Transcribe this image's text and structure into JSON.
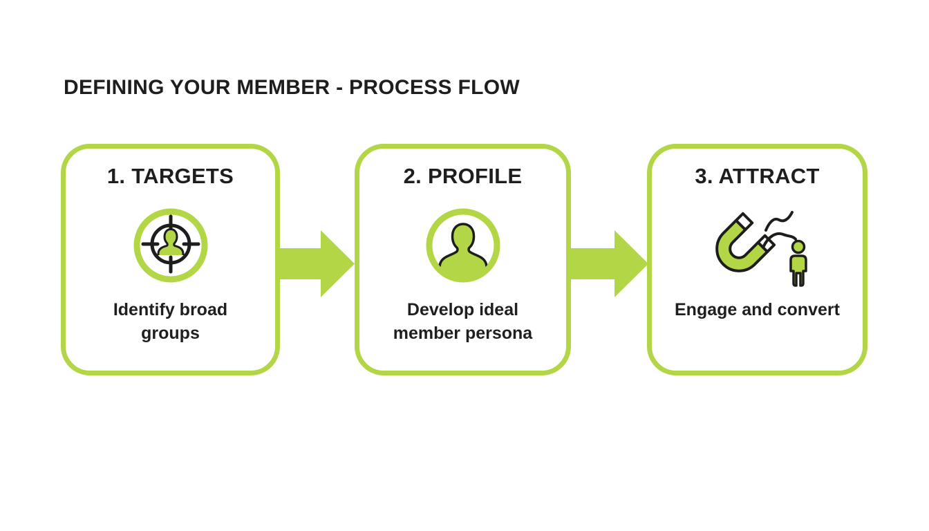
{
  "page": {
    "title": "DEFINING YOUR MEMBER - PROCESS FLOW"
  },
  "colors": {
    "accent_green": "#b3d647",
    "text_dark": "#1e1e1c",
    "background": "#ffffff"
  },
  "steps": [
    {
      "label": "1. TARGETS",
      "icon": "target-audience-icon",
      "description": "Identify broad groups"
    },
    {
      "label": "2. PROFILE",
      "icon": "member-persona-icon",
      "description": "Develop ideal member persona"
    },
    {
      "label": "3. ATTRACT",
      "icon": "magnet-attract-icon",
      "description": "Engage and convert"
    }
  ],
  "connectors": [
    {
      "icon": "arrow-right-icon",
      "direction": "right"
    },
    {
      "icon": "arrow-right-icon",
      "direction": "right"
    }
  ]
}
